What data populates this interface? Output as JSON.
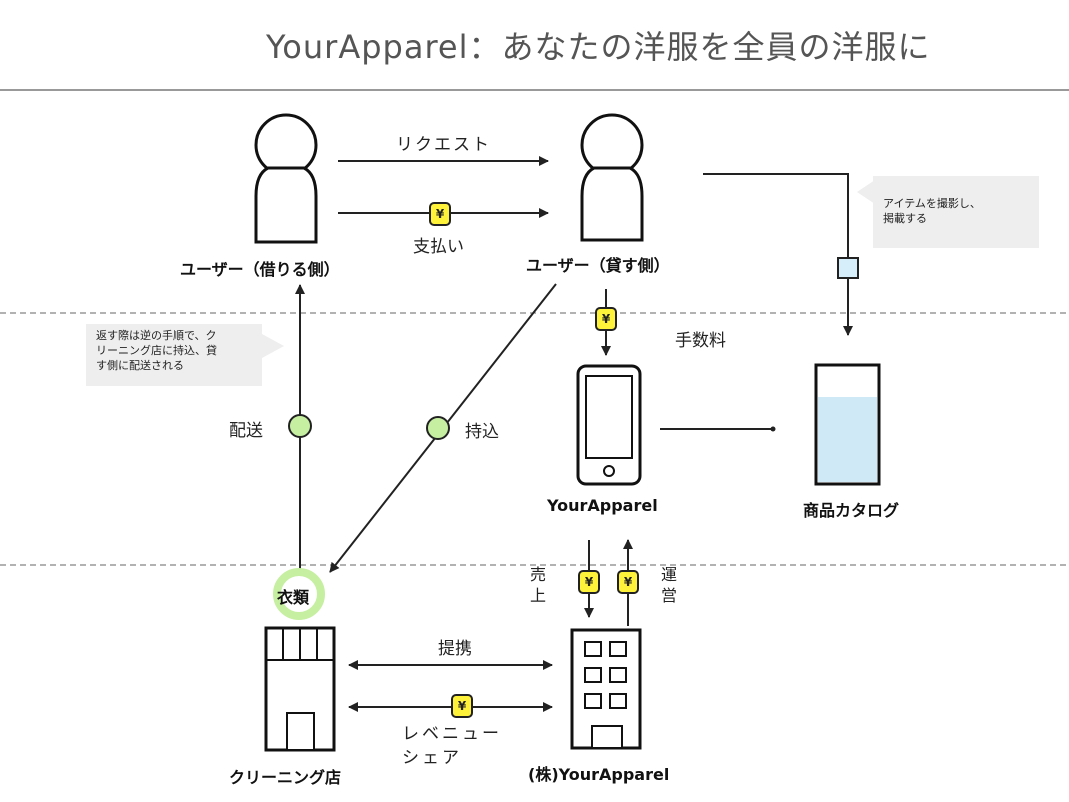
{
  "title": "YourApparel：あなたの洋服を全員の洋服に",
  "actors": {
    "borrower": "ユーザー（借りる側）",
    "lender": "ユーザー（貸す側）",
    "app": "YourApparel",
    "catalog": "商品カタログ",
    "cleaning": "クリーニング店",
    "company": "(株)YourApparel",
    "clothes": "衣類"
  },
  "labels": {
    "request": "リクエスト",
    "payment": "支払い",
    "fee": "手数料",
    "delivery": "配送",
    "bring": "持込",
    "sales_1": "売",
    "sales_2": "上",
    "operation_1": "運",
    "operation_2": "営",
    "partnership": "提携",
    "revenue_share_1": "レベニュー",
    "revenue_share_2": "シェア",
    "yen": "¥"
  },
  "notes": {
    "photo_line1": "アイテムを撮影し、",
    "photo_line2": "掲載する",
    "return_line1": "返す際は逆の手順で、ク",
    "return_line2": "リーニング店に持込、貸",
    "return_line3": "す側に配送される"
  },
  "colors": {
    "yen_fill": "#fff23a",
    "circle_fill": "#c6efa1",
    "catalog_fill": "#cfe9f7",
    "square_fill": "#d6eef9",
    "note_bg": "#eeeeee"
  }
}
